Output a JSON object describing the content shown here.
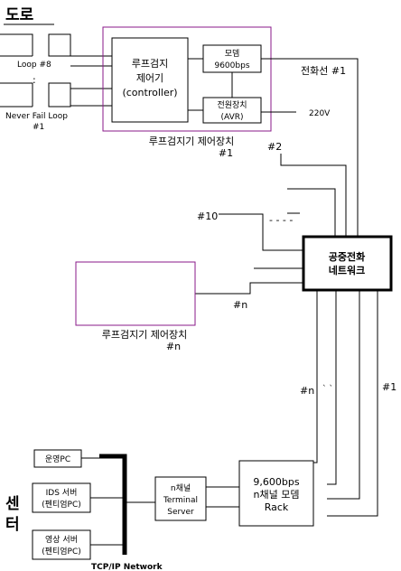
{
  "road": {
    "title": "도로"
  },
  "center": {
    "title_1": "센",
    "title_2": "터"
  },
  "loops": {
    "top_label": "Loop #8",
    "dots": ":",
    "bottom_label_1": "Never Fail Loop",
    "bottom_label_2": "#1"
  },
  "controller": {
    "line1": "루프검지",
    "line2": "제어기",
    "line3": "(controller)"
  },
  "modem": {
    "line1": "모뎀",
    "line2": "9600bps"
  },
  "power": {
    "line1": "전원장치",
    "line2": "(AVR)"
  },
  "labels": {
    "phone_line": "전화선 #1",
    "voltage": "220V",
    "unit1_line1": "루프검지기 제어장치",
    "unit1_line2": "#1",
    "n2": "#2",
    "n10": "#10",
    "dashes": "- - - -",
    "nn": "#n",
    "unitn_line1": "루프검지기 제어장치",
    "unitn_line2": "#n",
    "right_n": "#n",
    "right_tick": "` `",
    "right_1": "#1"
  },
  "network": {
    "line1": "공중전화",
    "line2": "네트워크"
  },
  "ops_pc": {
    "label": "운영PC"
  },
  "ids_server": {
    "line1": "IDS 서버",
    "line2": "(펜티엄PC)"
  },
  "video_server": {
    "line1": "영상 서버",
    "line2": "(펜티엄PC)"
  },
  "tcpip": {
    "label": "TCP/IP Network"
  },
  "terminal_server": {
    "line1": "n채널",
    "line2": "Terminal",
    "line3": "Server"
  },
  "modem_rack": {
    "line1": "9,600bps",
    "line2": "n채널 모뎀",
    "line3": "Rack"
  },
  "colors": {
    "line": "#000000",
    "unit_border": "#8a1a8a"
  }
}
